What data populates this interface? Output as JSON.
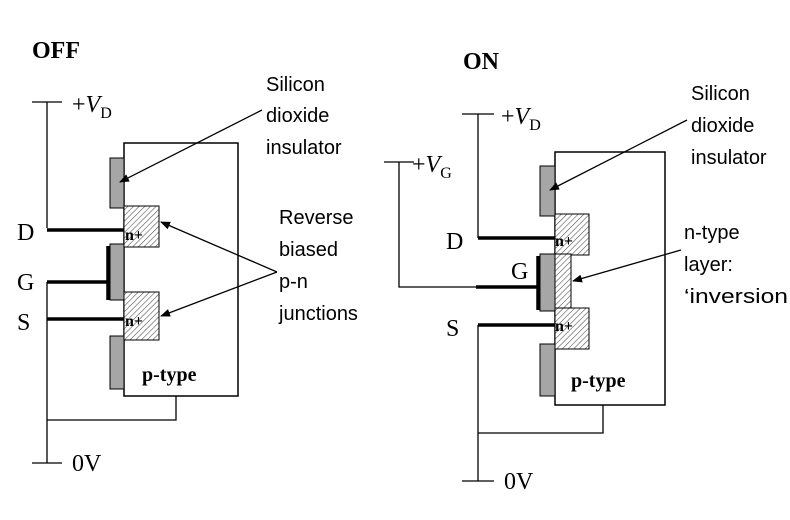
{
  "off": {
    "title": "OFF",
    "drain_label": "D",
    "gate_label": "G",
    "source_label": "S",
    "supply_label_prefix": "+",
    "supply_label_main": "V",
    "supply_label_sub": "D",
    "ground_label": "0V",
    "n_plus_label": "n+",
    "substrate_label": "p-type",
    "oxide_annotation": [
      "Silicon",
      "dioxide",
      "insulator"
    ],
    "junction_annotation": [
      "Reverse",
      "biased",
      "p-n",
      "junctions"
    ]
  },
  "on": {
    "title": "ON",
    "drain_label": "D",
    "gate_label": "G",
    "source_label": "S",
    "supply_label_prefix": "+",
    "supply_label_main": "V",
    "supply_label_sub": "D",
    "gate_supply_prefix": "+",
    "gate_supply_main": "V",
    "gate_supply_sub": "G",
    "ground_label": "0V",
    "n_plus_label": "n+",
    "substrate_label": "p-type",
    "oxide_annotation": [
      "Silicon",
      "dioxide",
      "insulator"
    ],
    "inversion_annotation": [
      "n-type",
      "layer:",
      "‘inversion"
    ]
  },
  "colors": {
    "oxide": "#a6a6a6",
    "lines": "#000000",
    "background": "#ffffff"
  }
}
